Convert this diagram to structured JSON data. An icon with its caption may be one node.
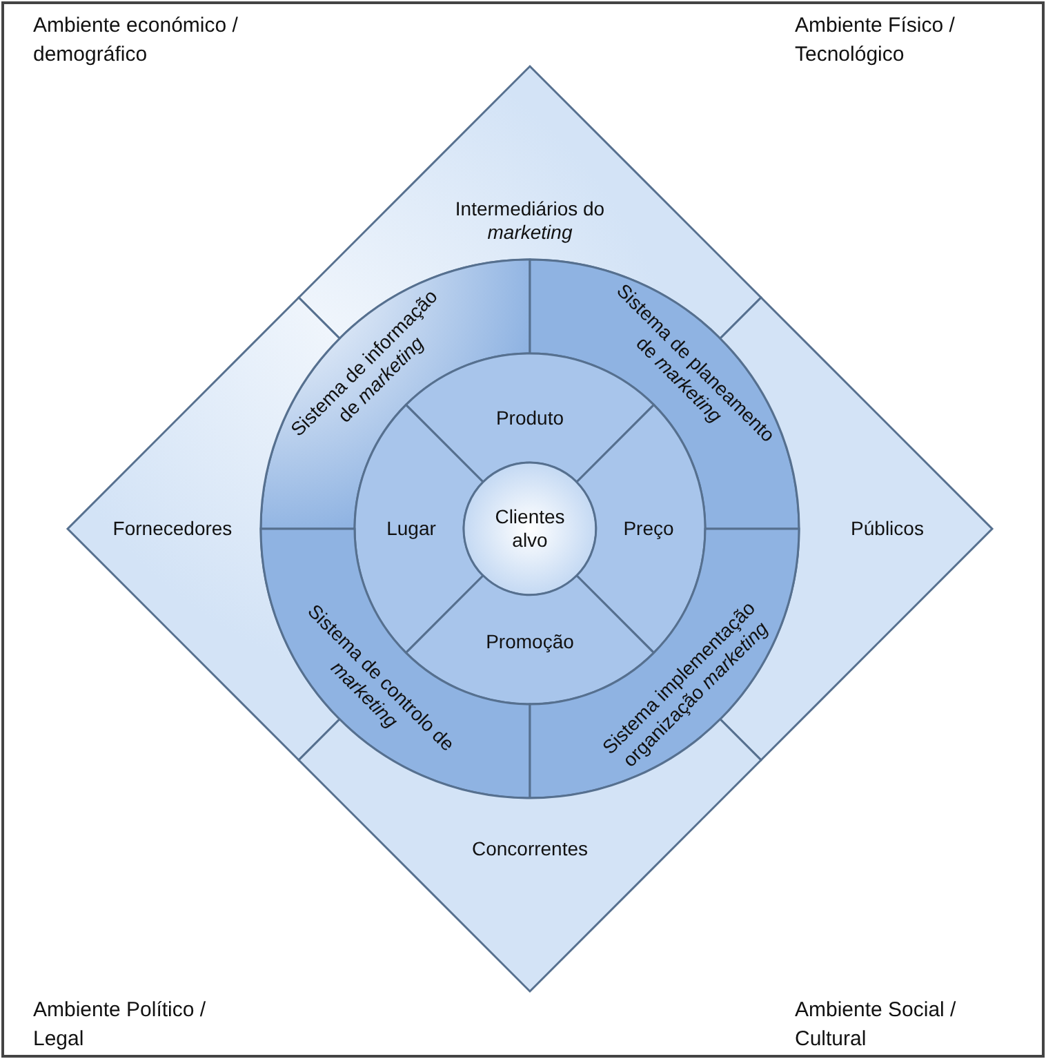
{
  "diagram": {
    "nodes": [
      {
        "text": [
          "Intermediários do *marketing*"
        ]
      },
      {
        "text": [
          "Sistema de informação de *marketing*"
        ]
      },
      {
        "text": [
          "Sistema de planeamento de *marketing*"
        ]
      },
      {
        "text": [
          "Produto"
        ]
      },
      {
        "text": [
          "Fornecedores"
        ]
      },
      {
        "text": [
          "Lugar"
        ]
      },
      {
        "text": [
          "Clientes alvo"
        ]
      },
      {
        "text": [
          "Preço"
        ]
      },
      {
        "text": [
          "Públicos"
        ]
      },
      {
        "text": [
          "Promoção"
        ]
      },
      {
        "text": [
          "Sistema de controlo de *marketing*"
        ]
      },
      {
        "text": [
          "Sistema implementação organização *marketing*"
        ]
      },
      {
        "text": [
          "Concorrentes"
        ]
      }
    ],
    "labels": [
      "Ambiente económico / demográfico",
      "Ambiente Físico / Tecnológico",
      "Ambiente Político / Legal",
      "Ambiente Social / Cultural"
    ]
  }
}
